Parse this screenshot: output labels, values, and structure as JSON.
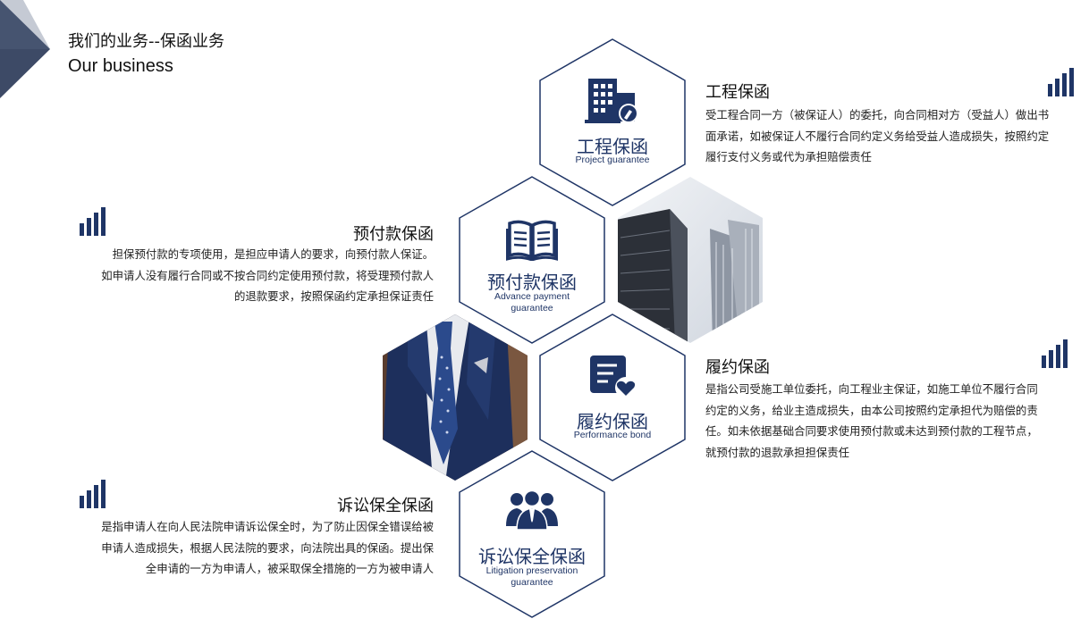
{
  "header": {
    "title_cn": "我们的业务--保函业务",
    "title_en": "Our business"
  },
  "hexes": {
    "project": {
      "cn": "工程保函",
      "en": "Project guarantee"
    },
    "advance": {
      "cn": "预付款保函",
      "en": "Advance payment guarantee"
    },
    "performance": {
      "cn": "履约保函",
      "en": "Performance bond"
    },
    "litigation": {
      "cn": "诉讼保全保函",
      "en": "Litigation preservation guarantee"
    }
  },
  "sections": {
    "project": {
      "title": "工程保函",
      "lines": [
        "受工程合同一方（被保证人）的委托，向合同相对方（受益人）做出书",
        "面承诺，如被保证人不履行合同约定义务给受益人造成损失，按照约定",
        "履行支付义务或代为承担赔偿责任"
      ]
    },
    "advance": {
      "title": "预付款保函",
      "lines": [
        "担保预付款的专项使用，是担应申请人的要求，向预付款人保证。",
        "如申请人没有履行合同或不按合同约定使用预付款，将受理预付款人",
        "的退款要求，按照保函约定承担保证责任"
      ]
    },
    "performance": {
      "title": "履约保函",
      "lines": [
        "是指公司受施工单位委托，向工程业主保证，如施工单位不履行合同",
        "约定的义务，给业主造成损失，由本公司按照约定承担代为赔偿的责",
        "任。如未依据基础合同要求使用预付款或未达到预付款的工程节点，",
        "就预付款的退款承担担保责任"
      ]
    },
    "litigation": {
      "title": "诉讼保全保函",
      "lines": [
        "是指申请人在向人民法院申请诉讼保全时，为了防止因保全错误给被",
        "申请人造成损失，根据人民法院的要求，向法院出具的保函。提出保",
        "全申请的一方为申请人，被采取保全措施的一方为被申请人"
      ]
    }
  },
  "colors": {
    "navy": "#1f3566",
    "corner": "#3d4a66"
  }
}
